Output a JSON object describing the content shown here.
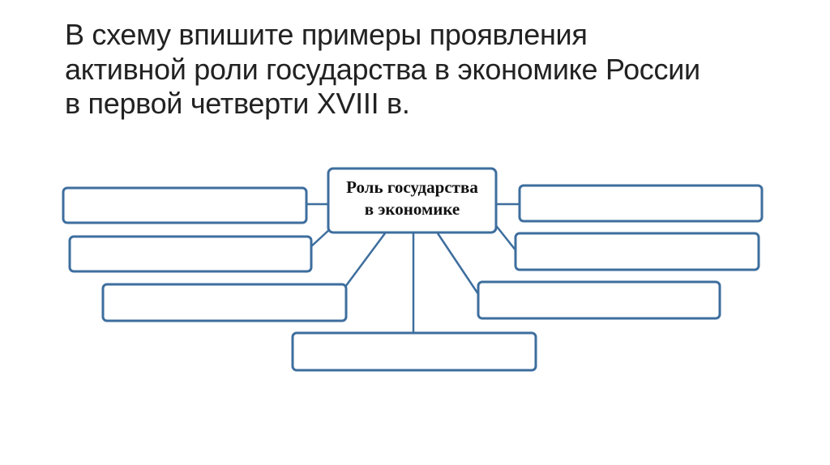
{
  "title": {
    "lines": [
      "В схему впишите примеры проявления",
      "активной роли государства в экономике России",
      "в первой четверти XVIII в."
    ]
  },
  "diagram": {
    "center": {
      "line1": "Роль государства",
      "line2": "в экономике"
    },
    "empty_box_count": 7,
    "color": "#3d6e9e"
  }
}
